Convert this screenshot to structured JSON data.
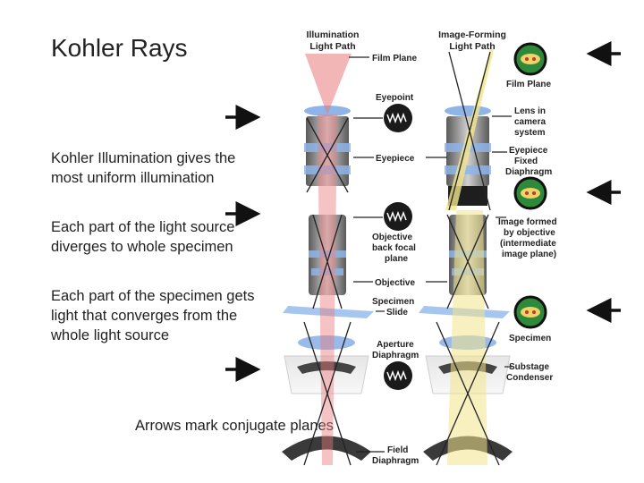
{
  "slide": {
    "title": "Kohler Rays",
    "bullets": [
      "Kohler Illumination gives the most uniform illumination",
      "Each part of the light source diverges to whole specimen",
      "Each part of the specimen gets light that converges from the whole light source"
    ],
    "note": "Arrows mark conjugate planes"
  },
  "diagram": {
    "headers": {
      "illumination_line1": "Illumination",
      "illumination_line2": "Light Path",
      "image_line1": "Image-Forming",
      "image_line2": "Light Path"
    },
    "labels": {
      "film_plane_left": "Film Plane",
      "eyepoint": "Eyepoint",
      "eyepiece": "Eyepiece",
      "objective_bfp_1": "Objective",
      "objective_bfp_2": "back focal",
      "objective_bfp_3": "plane",
      "objective": "Objective",
      "specimen_slide_1": "Specimen",
      "specimen_slide_2": "Slide",
      "aperture_1": "Aperture",
      "aperture_2": "Diaphragm",
      "field_1": "Field",
      "field_2": "Diaphragm",
      "film_plane_right": "Film Plane",
      "camera_lens_1": "Lens in",
      "camera_lens_2": "camera",
      "camera_lens_3": "system",
      "fixed_diaphragm_1": "Eyepiece",
      "fixed_diaphragm_2": "Fixed",
      "fixed_diaphragm_3": "Diaphragm",
      "intermediate_1": "Image formed",
      "intermediate_2": "by objective",
      "intermediate_3": "(intermediate",
      "intermediate_4": "image plane)",
      "specimen": "Specimen",
      "condenser_1": "Substage",
      "condenser_2": "Condenser"
    },
    "colors": {
      "illumination_ray": "#e87a7a",
      "image_ray": "#f2e58a",
      "lens_blue": "#8fb4e8",
      "barrel_gray": "#9a9a9a",
      "filament_icon_bg": "#1a1a1a",
      "specimen_icon_bg": "#2e8a3a"
    }
  }
}
